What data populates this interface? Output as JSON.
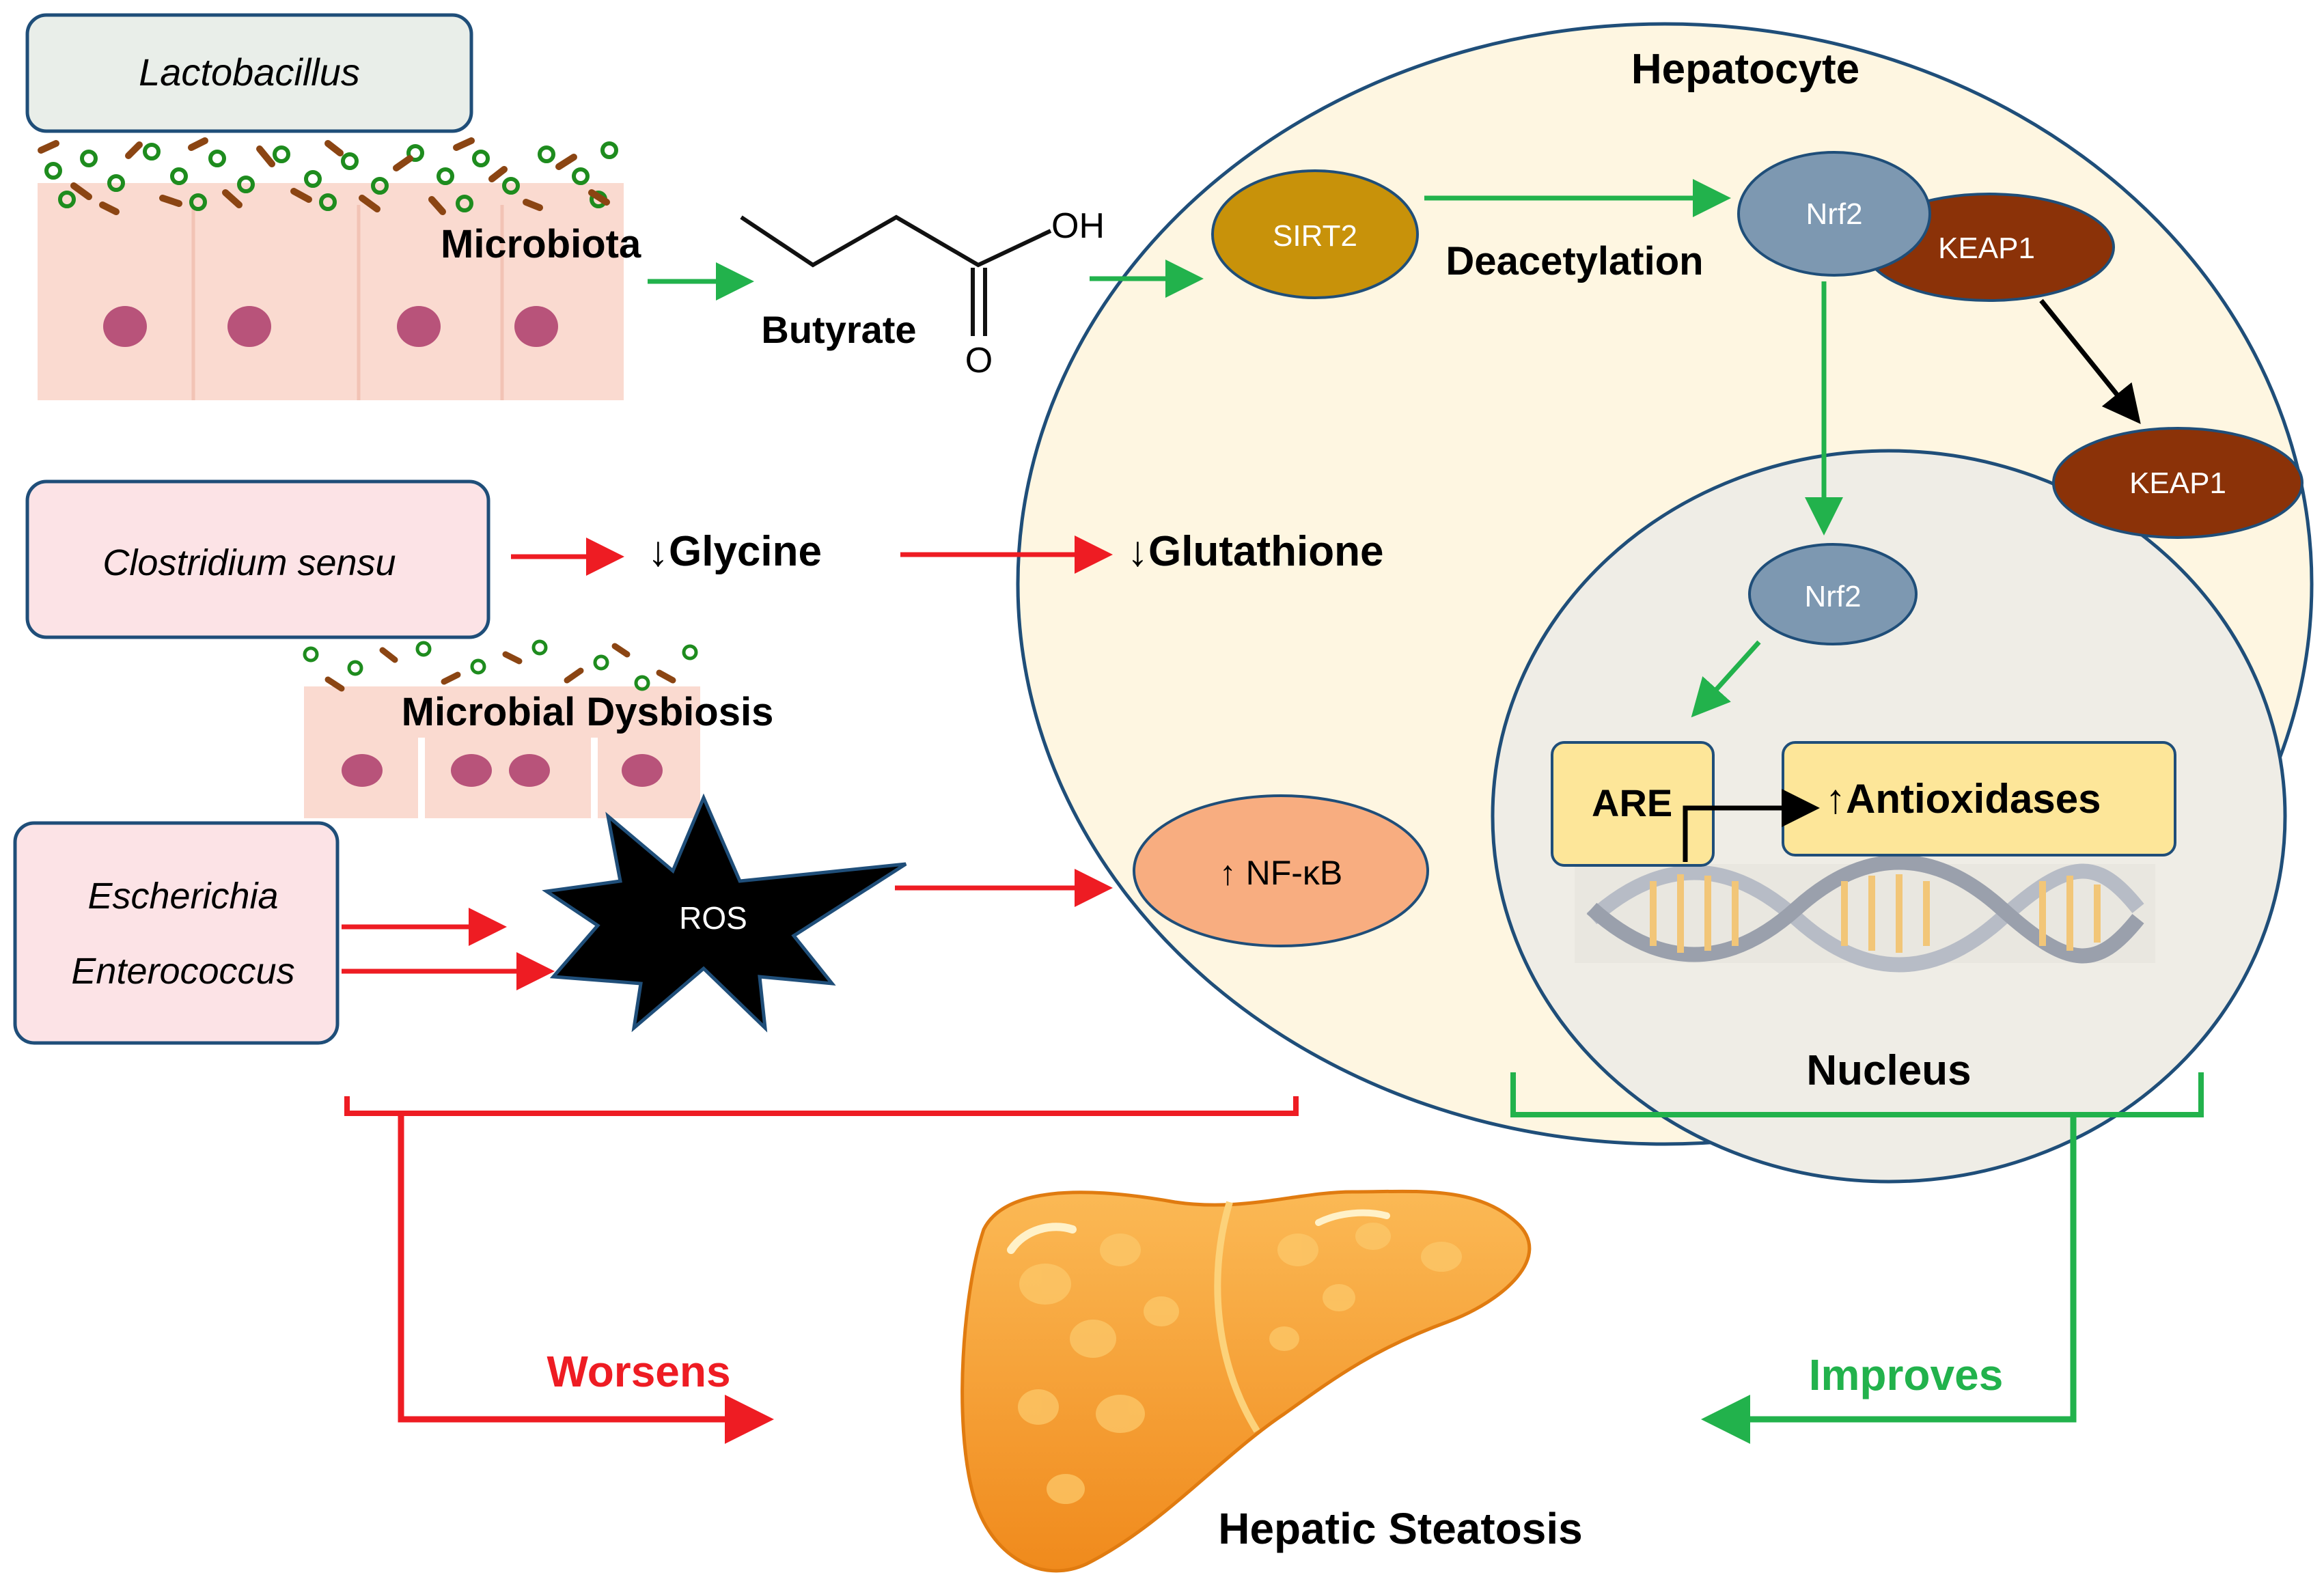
{
  "colors": {
    "green": "#22b24c",
    "red": "#ee1c23",
    "black": "#000000",
    "navy": "#1f4e79",
    "cell_fill": "#fef6e1",
    "nucleus_fill": "#efede6",
    "sirt2": "#c8920a",
    "nrf2": "#7d98b1",
    "keap1": "#8b3208",
    "nfkb": "#f8ad80",
    "box_yellow": "#fde699",
    "lacto_box": "#e9eee9",
    "pink_box": "#fce3e6",
    "gut_tissue": "#fadad0",
    "gut_nucleus": "#b8537a",
    "liver": "#f6a236"
  },
  "bacteria": {
    "lactobacillus": "Lactobacillus",
    "clostridium": "Clostridium sensu",
    "escherichia": "Escherichia",
    "enterococcus": "Enterococcus"
  },
  "gut": {
    "microbiota": "Microbiota",
    "dysbiosis": "Microbial Dysbiosis"
  },
  "metabolites": {
    "butyrate": "Butyrate",
    "oh": "OH",
    "o": "O",
    "glycine": "↓Glycine",
    "glutathione": "↓Glutathione",
    "ros": "ROS"
  },
  "hepatocyte": {
    "title": "Hepatocyte",
    "sirt2": "SIRT2",
    "deacetylation": "Deacetylation",
    "nrf2": "Nrf2",
    "keap1": "KEAP1",
    "keap1_free": "KEAP1",
    "nfkb": "↑ NF-κB"
  },
  "nucleus": {
    "title": "Nucleus",
    "nrf2": "Nrf2",
    "are": "ARE",
    "antioxidases": "↑Antioxidases"
  },
  "outcome": {
    "worsens": "Worsens",
    "improves": "Improves",
    "hepatic_steatosis": "Hepatic Steatosis"
  }
}
